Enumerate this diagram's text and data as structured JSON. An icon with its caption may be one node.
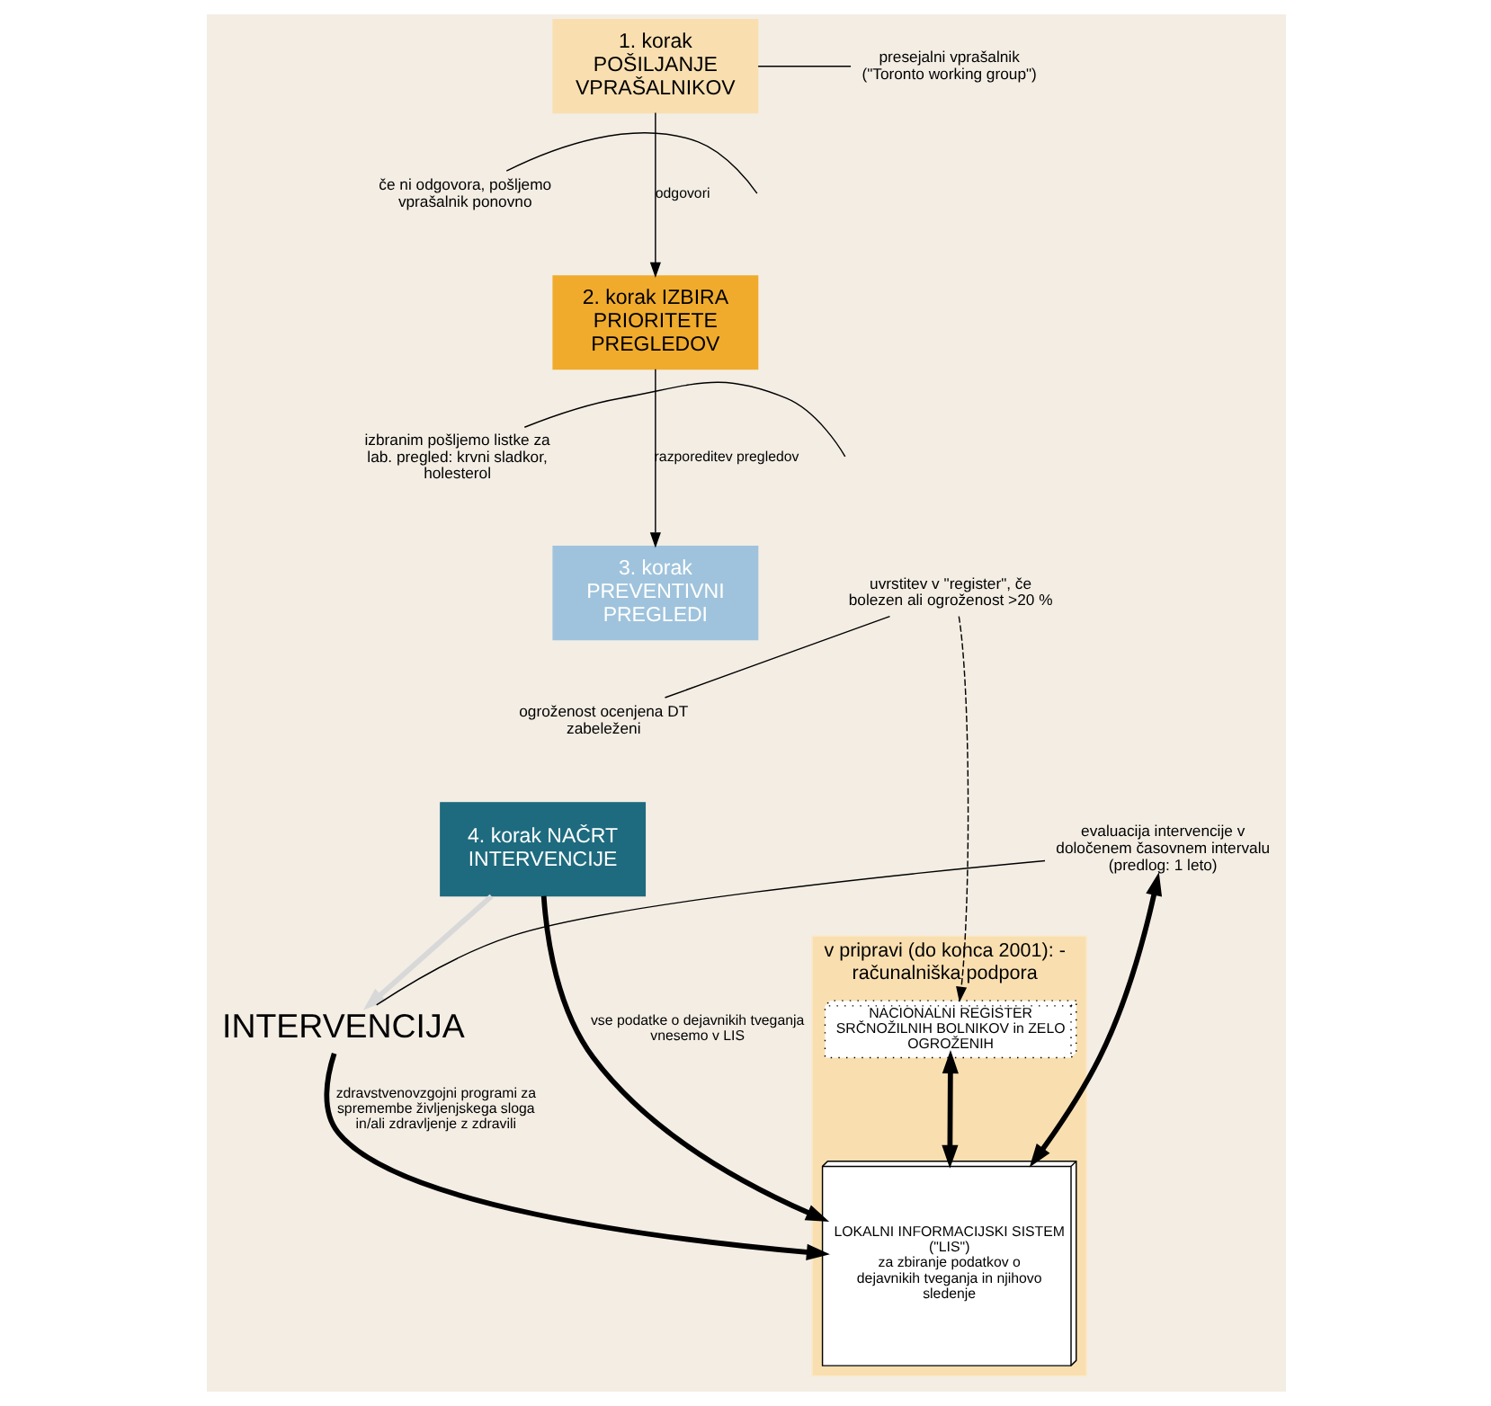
{
  "diagram": {
    "nodes": [
      {
        "text": [
          "1. korak POŠILJANJE VPRAŠALNIKOV"
        ]
      },
      {
        "text": [
          "presejalni vprašalnik",
          "(\"Toronto working group\")"
        ]
      },
      {
        "text": [
          "če ni odgovora, pošljemo vprašalnik ponovno"
        ]
      },
      {
        "text": [
          "2. korak IZBIRA PRIORITETE PREGLEDOV"
        ]
      },
      {
        "text": [
          "izbranim pošljemo listke za lab. pregled: krvni sladkor, holesterol"
        ]
      },
      {
        "text": [
          "3. korak PREVENTIVNI PREGLEDI"
        ]
      },
      {
        "text": [
          "uvrstitev v \"register\", če bolezen ali ogroženost >20 %"
        ]
      },
      {
        "text": [
          "ogroženost ocenjena DT zabeleženi"
        ]
      },
      {
        "text": [
          "4. korak NAČRT INTERVENCIJE"
        ]
      },
      {
        "text": [
          "evaluacija intervencije v določenem časovnem intervalu (predlog: 1 leto)"
        ]
      },
      {
        "text": [
          "INTERVENCIJA"
        ]
      },
      {
        "text": [
          "v pripravi (do konca 2001): - računalniška podpora"
        ]
      },
      {
        "text": [
          "NACIONALNI REGISTER SRČNOŽILNIH BOLNIKOV in ZELO OGROŽENIH"
        ],
        "in": 11
      },
      {
        "text": [
          "LOKALNI INFORMACIJSKI SISTEM (\"LIS\")",
          "za zbiranje podatkov o dejavnikih tveganja in njihovo sledenje"
        ],
        "in": 11
      }
    ],
    "edges": [
      {
        "from": 1,
        "to": 0,
        "arrow": "none"
      },
      {
        "from": 2,
        "to": null,
        "arrow": "none"
      },
      {
        "from": 0,
        "to": 3,
        "arrow": "to",
        "label": "odgovori"
      },
      {
        "from": 4,
        "to": null,
        "arrow": "none"
      },
      {
        "from": 3,
        "to": 5,
        "arrow": "to",
        "label": "razporeditev pregledov"
      },
      {
        "from": 6,
        "to": 7,
        "arrow": "none"
      },
      {
        "from": 6,
        "to": 12,
        "arrow": "to",
        "style": "dashed"
      },
      {
        "from": 8,
        "to": 13,
        "arrow": "to",
        "style": "thick",
        "label": "vse podatke o dejavnikih tveganja vnesemo v LIS"
      },
      {
        "from": 9,
        "to": 13,
        "arrow": "both",
        "style": "thick"
      },
      {
        "from": 9,
        "to": 10,
        "arrow": "none"
      },
      {
        "from": 8,
        "to": 10,
        "arrow": "to",
        "style": "thick",
        "color": "#d8d8d8"
      },
      {
        "from": 10,
        "to": 13,
        "arrow": "to",
        "style": "thick",
        "label": "zdravstvenovzgojni programi za spremembe življenjskega sloga in/ali zdravljenje z zdravili"
      },
      {
        "from": 12,
        "to": 13,
        "arrow": "both",
        "style": "thick"
      }
    ]
  }
}
